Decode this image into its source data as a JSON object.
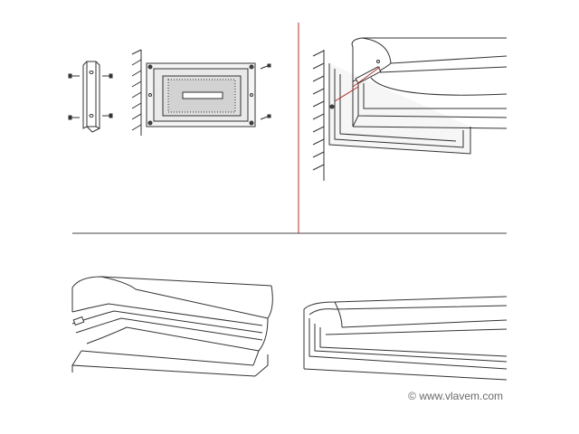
{
  "diagram": {
    "kind": "installation-steps",
    "panels": [
      {
        "id": "step-1",
        "content": "mounting bracket with screws beside wall-plate and lamp housing seen from front"
      },
      {
        "id": "step-2",
        "content": "wall lamp hooked onto mounted plate and fixed with screw"
      },
      {
        "id": "step-3",
        "content": "installed lamp perspective, left end"
      },
      {
        "id": "step-4",
        "content": "installed lamp perspective, right end"
      }
    ],
    "colors": {
      "line": "#333333",
      "divider_red": "#b3302a",
      "rule": "#444444",
      "wall_hatch": "#555555"
    }
  },
  "watermark": {
    "text": "© www.vlavem.com"
  }
}
